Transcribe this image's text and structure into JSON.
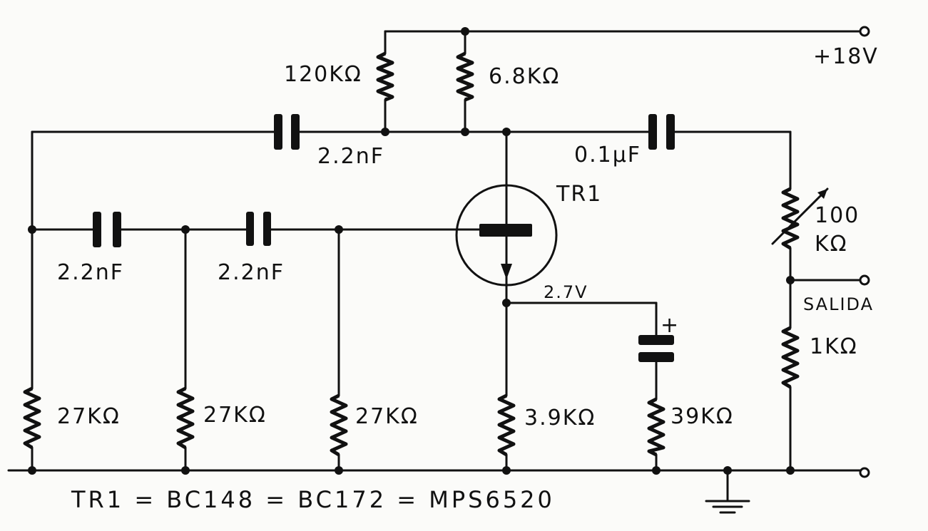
{
  "labels": {
    "r_120k": "120KΩ",
    "r_6_8k": "6.8KΩ",
    "c_top": "2.2nF",
    "c_out": "0.1µF",
    "c_left": "2.2nF",
    "c_mid": "2.2nF",
    "transistor": "TR1",
    "pot_value": "100",
    "pot_unit": "KΩ",
    "emitter_voltage": "2.7V",
    "supply": "+18V",
    "output": "SALIDA",
    "r_1k": "1KΩ",
    "r_27k_1": "27KΩ",
    "r_27k_2": "27KΩ",
    "r_27k_3": "27KΩ",
    "r_3_9k": "3.9KΩ",
    "r_39k": "39KΩ",
    "cap_plus": "+",
    "equivalents": "TR1 = BC148 = BC172 = MPS6520"
  }
}
